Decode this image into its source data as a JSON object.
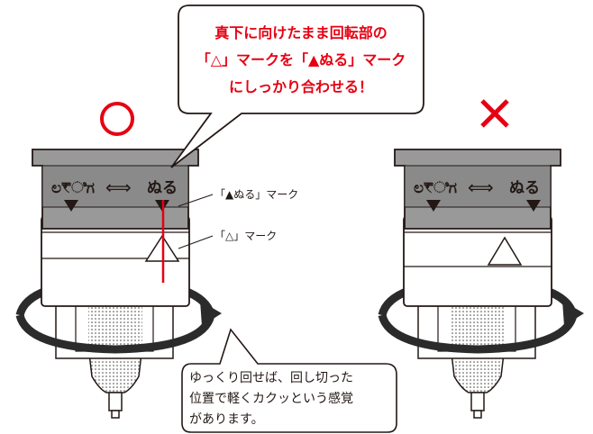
{
  "colors": {
    "accent_red": "#e60012",
    "cap_gray": "#999999",
    "cap_dark": "#5a5a5a",
    "body_fill": "#ffffff",
    "outline": "#231815"
  },
  "callout_top": {
    "lines": [
      "真下に向けたまま回転部の",
      "「△」マークを「▲ぬる」マーク",
      "にしっかり合わせる！"
    ]
  },
  "left_device": {
    "verdict_icon": "circle-correct-icon",
    "cap_label_left": "ಲ₹ಿಗ",
    "cap_arrow": "⟺",
    "cap_label_right": "ぬる",
    "label_filled_mark": "「▲ぬる」マーク",
    "label_hollow_mark": "「△」マーク"
  },
  "right_device": {
    "verdict_icon": "cross-wrong-icon",
    "cap_label_left": "ಲ₹ಿಗ",
    "cap_arrow": "⟺",
    "cap_label_right": "ぬる"
  },
  "callout_bottom": {
    "lines": [
      "ゆっくり回せば、回し切った",
      "位置で軽くカクッという感覚",
      "があります。"
    ]
  }
}
